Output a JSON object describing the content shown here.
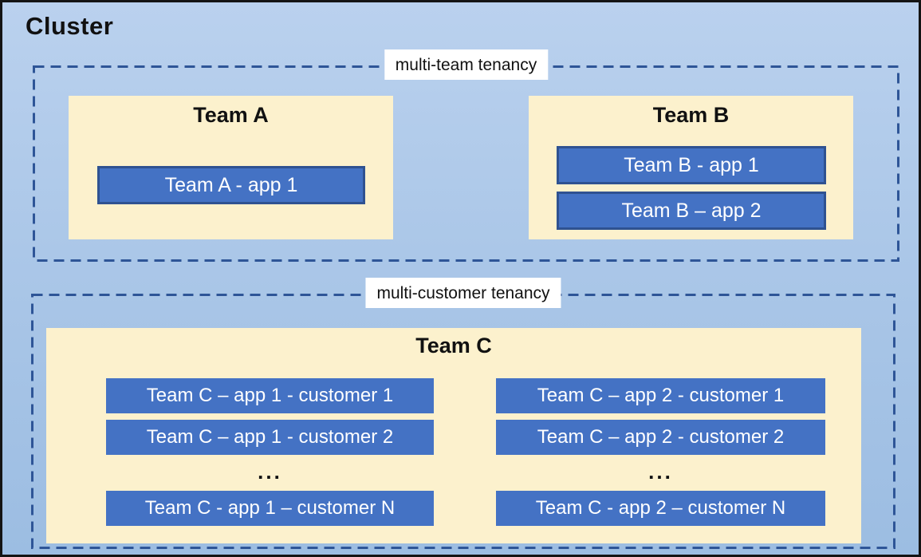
{
  "diagram": {
    "title": "Cluster",
    "sections": [
      {
        "label": "multi-team tenancy",
        "teams": [
          {
            "name": "Team A",
            "apps": [
              "Team A - app 1"
            ]
          },
          {
            "name": "Team B",
            "apps": [
              "Team B - app 1",
              "Team B – app 2"
            ]
          }
        ]
      },
      {
        "label": "multi-customer tenancy",
        "teams": [
          {
            "name": "Team C",
            "columns": [
              {
                "apps": [
                  "Team C – app 1 - customer 1",
                  "Team C – app 1 - customer 2"
                ],
                "ellipsis": "...",
                "last_app": "Team C - app 1 – customer N"
              },
              {
                "apps": [
                  "Team C – app 2 - customer 1",
                  "Team C – app 2 - customer 2"
                ],
                "ellipsis": "...",
                "last_app": "Team C - app 2 – customer N"
              }
            ]
          }
        ]
      }
    ]
  },
  "colors": {
    "background_top": "#bad1ee",
    "background_bottom": "#9cbde2",
    "panel_fill": "#fcf1cd",
    "app_fill": "#4472c4",
    "app_border": "#2f5291",
    "dashed_border": "#2e5597",
    "outer_border": "#141414",
    "label_background": "#ffffff",
    "text_dark": "#111111",
    "text_light": "#ffffff"
  }
}
